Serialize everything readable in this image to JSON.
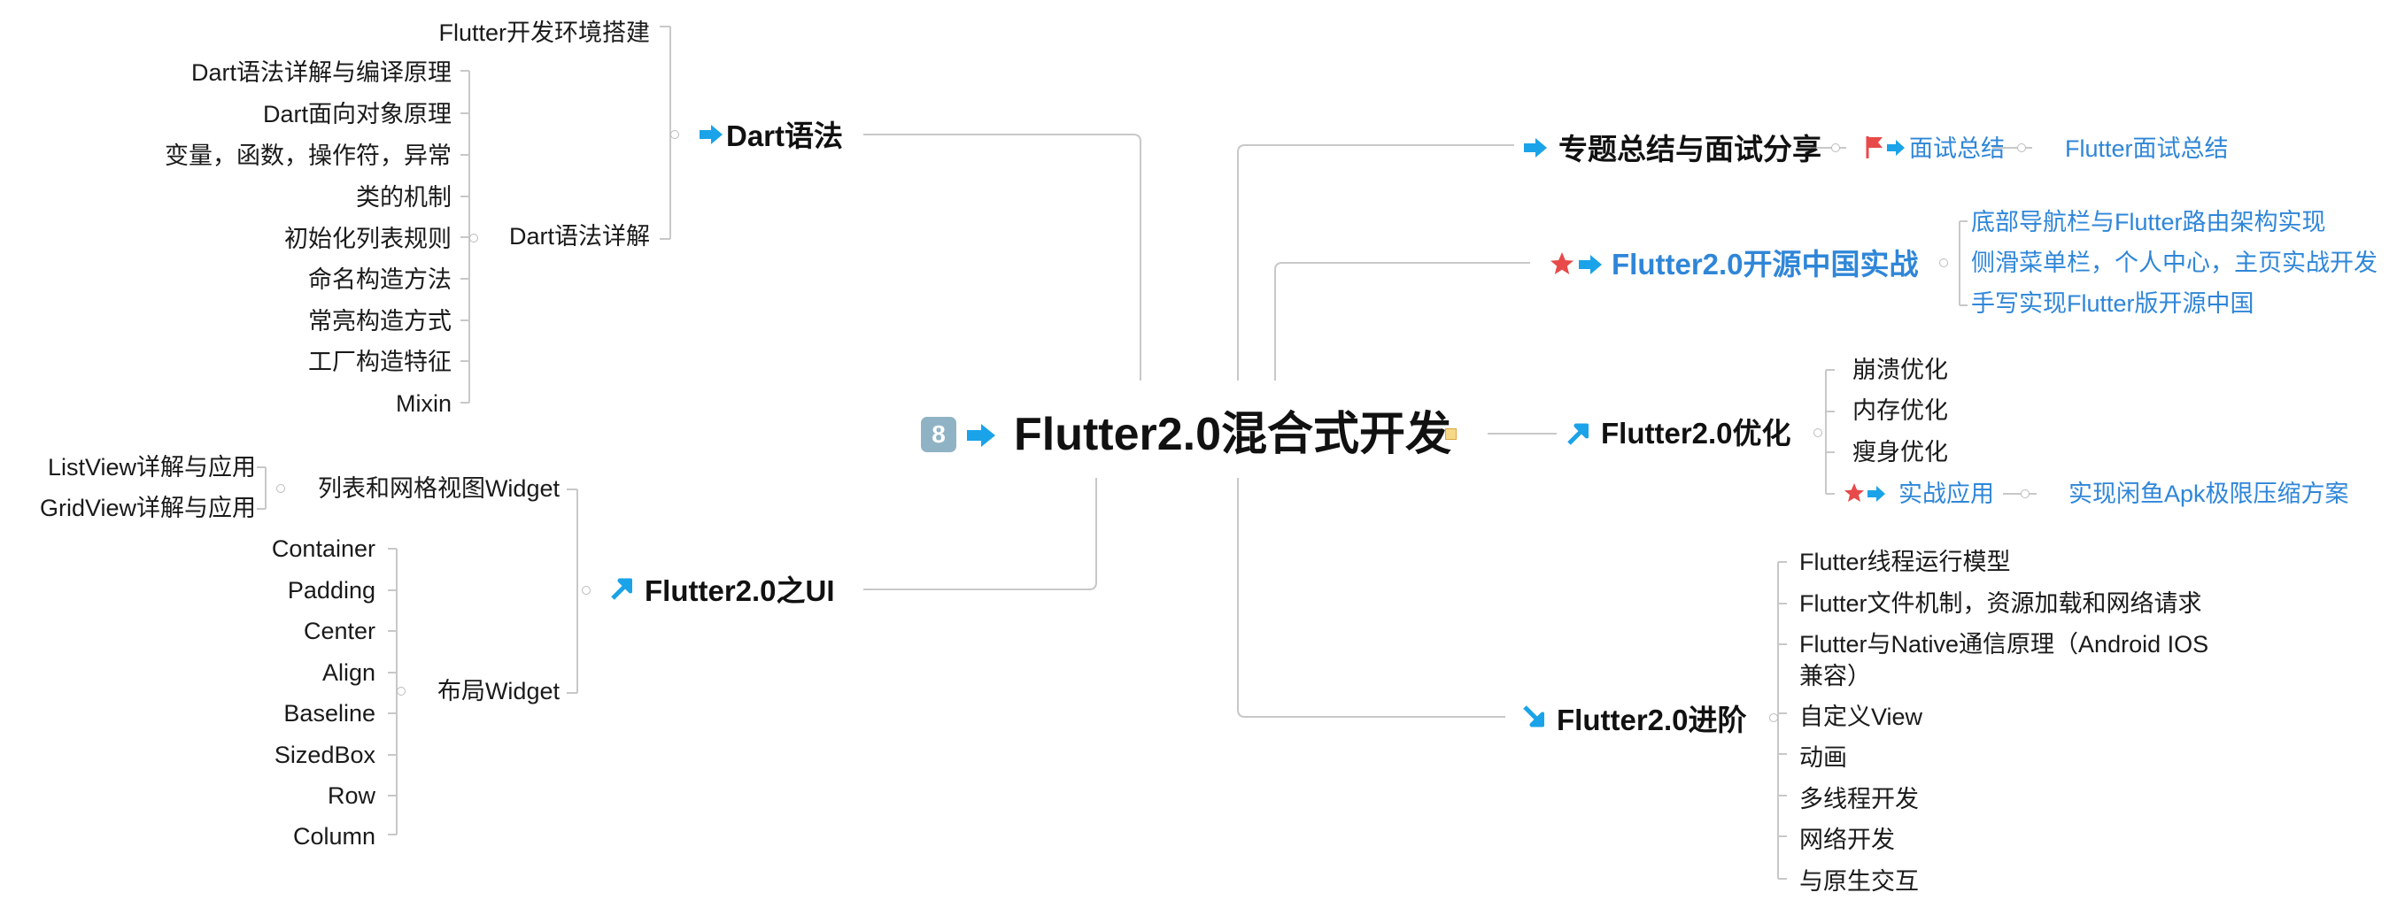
{
  "center": {
    "badge": "8",
    "title": "Flutter2.0混合式开发"
  },
  "dart": {
    "title": "Dart语法",
    "env": "Flutter开发环境搭建",
    "sub_title": "Dart语法详解",
    "items": [
      "Dart语法详解与编译原理",
      "Dart面向对象原理",
      "变量，函数，操作符，异常",
      "类的机制",
      "初始化列表规则",
      "命名构造方法",
      "常亮构造方式",
      "工厂构造特征",
      "Mixin"
    ]
  },
  "ui": {
    "title": "Flutter2.0之UI",
    "list_title": "列表和网格视图Widget",
    "list_items": [
      "ListView详解与应用",
      "GridView详解与应用"
    ],
    "layout_title": "布局Widget",
    "layout_items": [
      "Container",
      "Padding",
      "Center",
      "Align",
      "Baseline",
      "SizedBox",
      "Row",
      "Column"
    ]
  },
  "summary": {
    "title": "专题总结与面试分享",
    "child": "面试总结",
    "leaf": "Flutter面试总结"
  },
  "oschina": {
    "title": "Flutter2.0开源中国实战",
    "items": [
      "底部导航栏与Flutter路由架构实现",
      "侧滑菜单栏，个人中心，主页实战开发",
      "手写实现Flutter版开源中国"
    ]
  },
  "optimize": {
    "title": "Flutter2.0优化",
    "items": [
      "崩溃优化",
      "内存优化",
      "瘦身优化"
    ],
    "practice": "实战应用",
    "practice_leaf": "实现闲鱼Apk极限压缩方案"
  },
  "advanced": {
    "title": "Flutter2.0进阶",
    "items": [
      "Flutter线程运行模型",
      "Flutter文件机制，资源加载和网络请求",
      "Flutter与Native通信原理（Android IOS",
      "兼容）",
      "自定义View",
      "动画",
      "多线程开发",
      "网络开发",
      "与原生交互"
    ]
  },
  "colors": {
    "accent_blue": "#2f86d8",
    "arrow_blue": "#1aa3e8",
    "star_red": "#e84a4a",
    "flag_red": "#e84a4a",
    "line_gray": "#c8c8c8"
  }
}
